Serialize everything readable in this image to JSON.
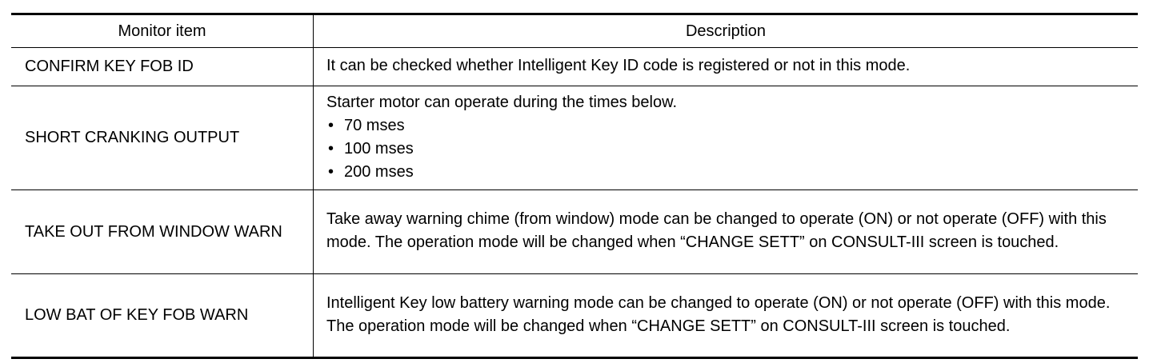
{
  "table": {
    "headers": {
      "item": "Monitor item",
      "description": "Description"
    },
    "rows": [
      {
        "item": "CONFIRM KEY FOB ID",
        "description": "It can be checked whether Intelligent Key ID code is registered or not in this mode."
      },
      {
        "item": "SHORT CRANKING OUTPUT",
        "description": "Starter motor can operate during the times below.",
        "bullets": [
          "70 mses",
          "100 mses",
          "200 mses"
        ]
      },
      {
        "item": "TAKE OUT FROM WINDOW WARN",
        "description": "Take away warning chime (from window) mode can be changed to operate (ON) or not operate (OFF) with this mode. The operation mode will be changed when “CHANGE SETT” on CONSULT-III screen is touched."
      },
      {
        "item": "LOW BAT OF KEY FOB WARN",
        "description": "Intelligent Key low battery warning mode can be changed to operate (ON) or not operate (OFF) with this mode. The operation mode will be changed when “CHANGE SETT” on CONSULT-III screen is touched."
      }
    ]
  }
}
